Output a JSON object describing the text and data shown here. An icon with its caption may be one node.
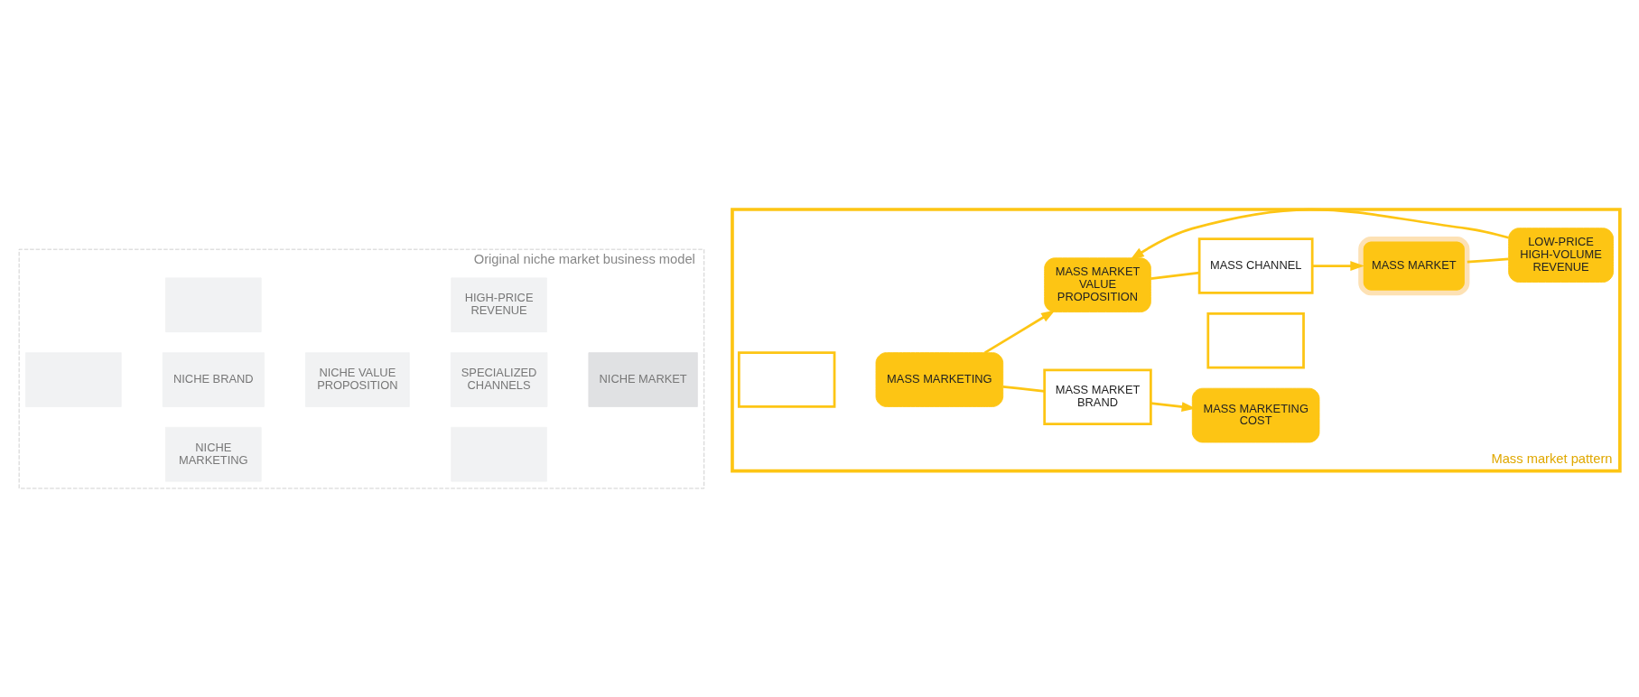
{
  "diagram": {
    "nodes": [
      {
        "text": [
          "Original niche market business model"
        ]
      },
      {
        "text": [],
        "shape": "box",
        "in": 0
      },
      {
        "text": [
          "NICHE MARKETING"
        ],
        "in": 0
      },
      {
        "text": [
          "NICHE BRAND"
        ],
        "in": 0
      },
      {
        "text": [
          "NICHE VALUE PROPOSITION"
        ],
        "in": 0
      },
      {
        "text": [],
        "shape": "box",
        "in": 0
      },
      {
        "text": [
          "SPECIALIZED CHANNELS"
        ],
        "in": 0
      },
      {
        "text": [
          "NICHE MARKET"
        ],
        "in": 0
      },
      {
        "text": [],
        "shape": "box",
        "in": 0
      },
      {
        "text": [
          "HIGH-PRICE REVENUE"
        ],
        "in": 0
      },
      {
        "text": [
          "Mass market pattern"
        ]
      },
      {
        "text": [],
        "shape": "box",
        "in": 10
      },
      {
        "text": [
          "MASS MARKETING"
        ],
        "in": 10
      },
      {
        "text": [
          "MASS MARKET BRAND"
        ],
        "in": 10
      },
      {
        "text": [
          "MASS MARKET VALUE PROPOSITION"
        ],
        "in": 10
      },
      {
        "text": [],
        "shape": "box",
        "in": 10
      },
      {
        "text": [
          "MASS CHANNEL"
        ],
        "in": 10
      },
      {
        "text": [
          "MASS MARKET"
        ],
        "in": 10
      },
      {
        "text": [
          "MASS MARKETING COST"
        ],
        "in": 10
      },
      {
        "text": [
          "LOW-PRICE HIGH-VOLUME REVENUE"
        ],
        "in": 10
      }
    ],
    "edges": [
      {
        "from": 12,
        "to": 14,
        "arrow": "to"
      },
      {
        "from": 12,
        "to": 13,
        "arrow": "none"
      },
      {
        "from": 13,
        "to": 18,
        "arrow": "to"
      },
      {
        "from": 14,
        "to": 16,
        "arrow": "none"
      },
      {
        "from": 16,
        "to": 17,
        "arrow": "to"
      },
      {
        "from": 17,
        "to": 19,
        "arrow": "none"
      },
      {
        "from": 19,
        "to": 14,
        "arrow": "to"
      }
    ]
  }
}
